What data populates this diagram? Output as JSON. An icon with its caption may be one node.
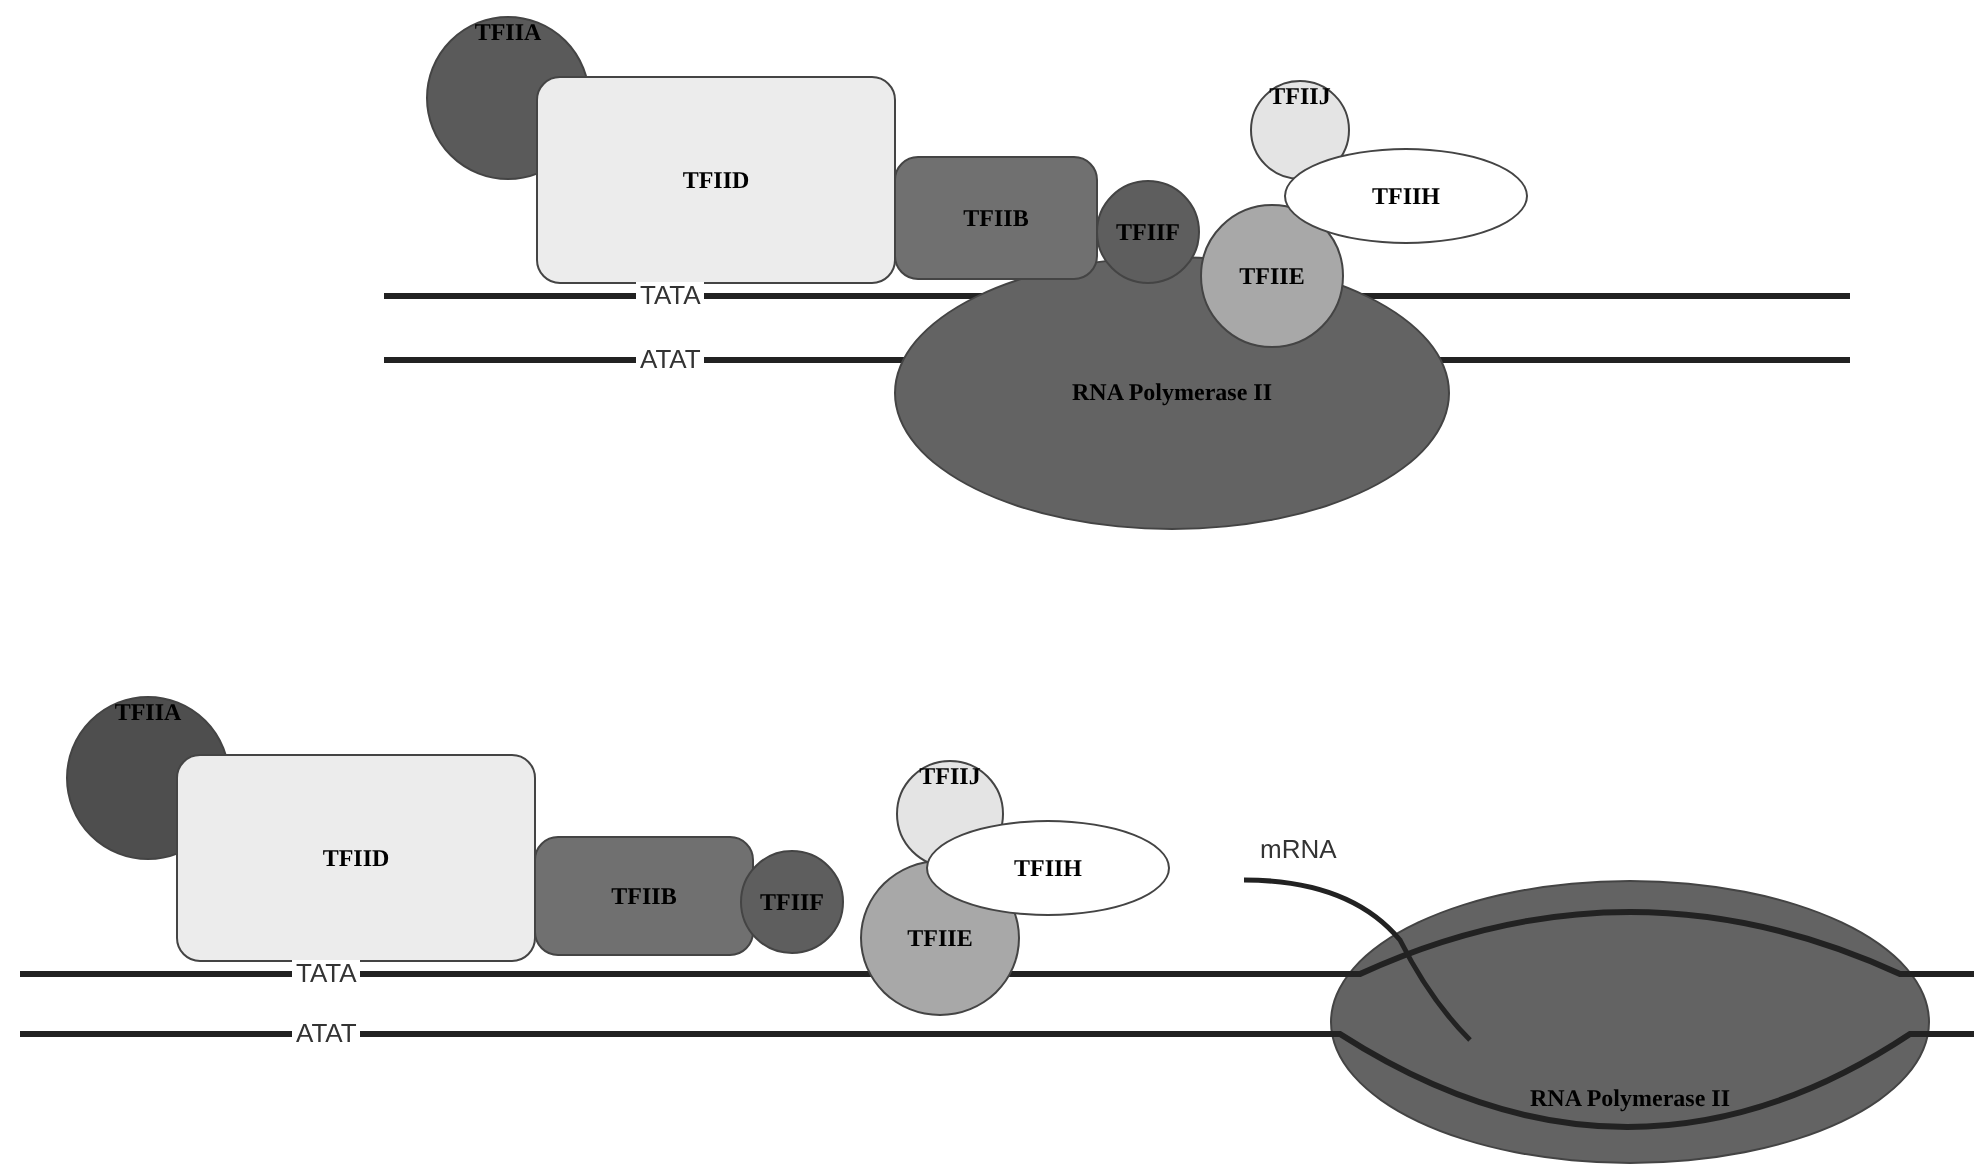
{
  "diagram": {
    "nodes": [
      {
        "text": [
          "TFIIA"
        ]
      },
      {
        "text": [
          "TFIID"
        ]
      },
      {
        "text": [
          "TFIIB"
        ]
      },
      {
        "text": [
          "TFIIF"
        ]
      },
      {
        "text": [
          "TFIIJ"
        ]
      },
      {
        "text": [
          "TFIIH"
        ]
      },
      {
        "text": [
          "TFIIE"
        ]
      },
      {
        "text": [
          "RNA Polymerase II"
        ]
      },
      {
        "text": [
          "TFIIA"
        ]
      },
      {
        "text": [
          "TFIID"
        ]
      },
      {
        "text": [
          "TFIIB"
        ]
      },
      {
        "text": [
          "TFIIF"
        ]
      },
      {
        "text": [
          "TFIIJ"
        ]
      },
      {
        "text": [
          "TFIIH"
        ]
      },
      {
        "text": [
          "TFIIE"
        ]
      },
      {
        "text": [
          "RNA Polymerase II"
        ]
      }
    ],
    "edges": [],
    "labels": [
      "TATA",
      "ATAT",
      "mRNA",
      "TATA",
      "ATAT"
    ]
  }
}
